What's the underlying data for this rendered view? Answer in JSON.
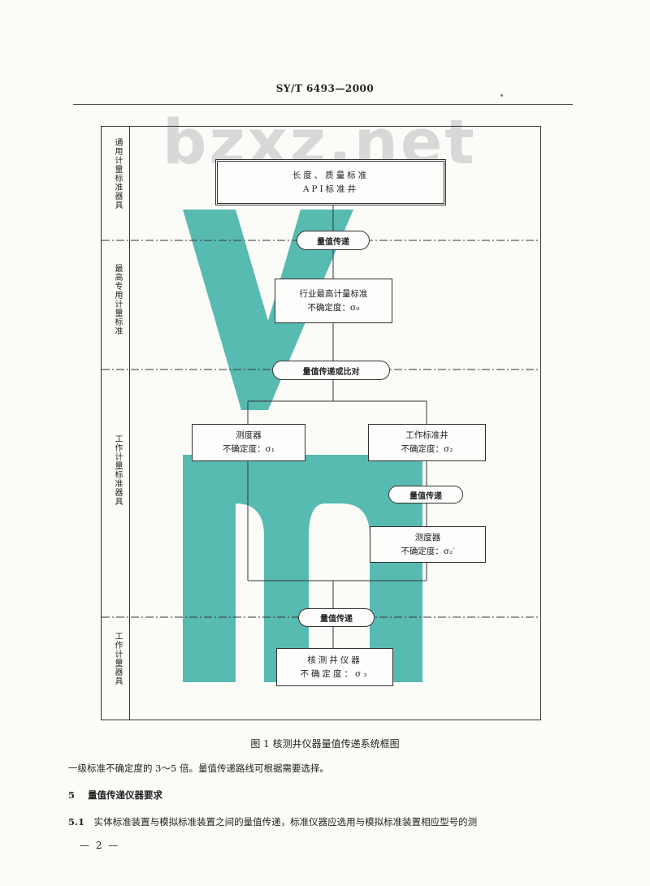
{
  "header": {
    "standard_code": "SY/T 6493—2000"
  },
  "watermark": {
    "text": "bzxz.net"
  },
  "figure": {
    "row_labels": [
      "通用计量标准器具",
      "最高专用计量标准",
      "工作计量标准器具",
      "工作计量器具"
    ],
    "boxes": {
      "top": {
        "line1": "长度、质量标准",
        "line2": "API标准井"
      },
      "industry_standard": {
        "line1": "行业最高计量标准",
        "line2": "不确定度：σ₀"
      },
      "depth_gauge": {
        "line1": "测度器",
        "line2": "不确定度：σ₁"
      },
      "work_well": {
        "line1": "工作标准井",
        "line2": "不确定度：σ₂"
      },
      "depth_gauge2": {
        "line1": "测度器",
        "line2": "不确定度：σ₂′"
      },
      "logging_instrument": {
        "line1": "核测井仪器",
        "line2": "不确定度：σ₃"
      }
    },
    "pills": {
      "transfer1": "量值传递",
      "transfer_compare": "量值传递或比对",
      "transfer_small": "量值传递",
      "transfer_bottom": "量值传递"
    },
    "caption": "图 1   核测井仪器量值传递系统框图"
  },
  "body": {
    "line1": "一级标准不确定度的 3～5 倍。量值传递路线可根据需要选择。",
    "section_num": "5",
    "section_title": "量值传递仪器要求",
    "clause_num": "5.1",
    "clause_text": "实体标准装置与模拟标准装置之间的量值传递，标准仪器应选用与模拟标准装置相应型号的测"
  },
  "page_number": "— 2 —",
  "colors": {
    "line": "#333333",
    "watermark_teal": "#2aa99e"
  }
}
